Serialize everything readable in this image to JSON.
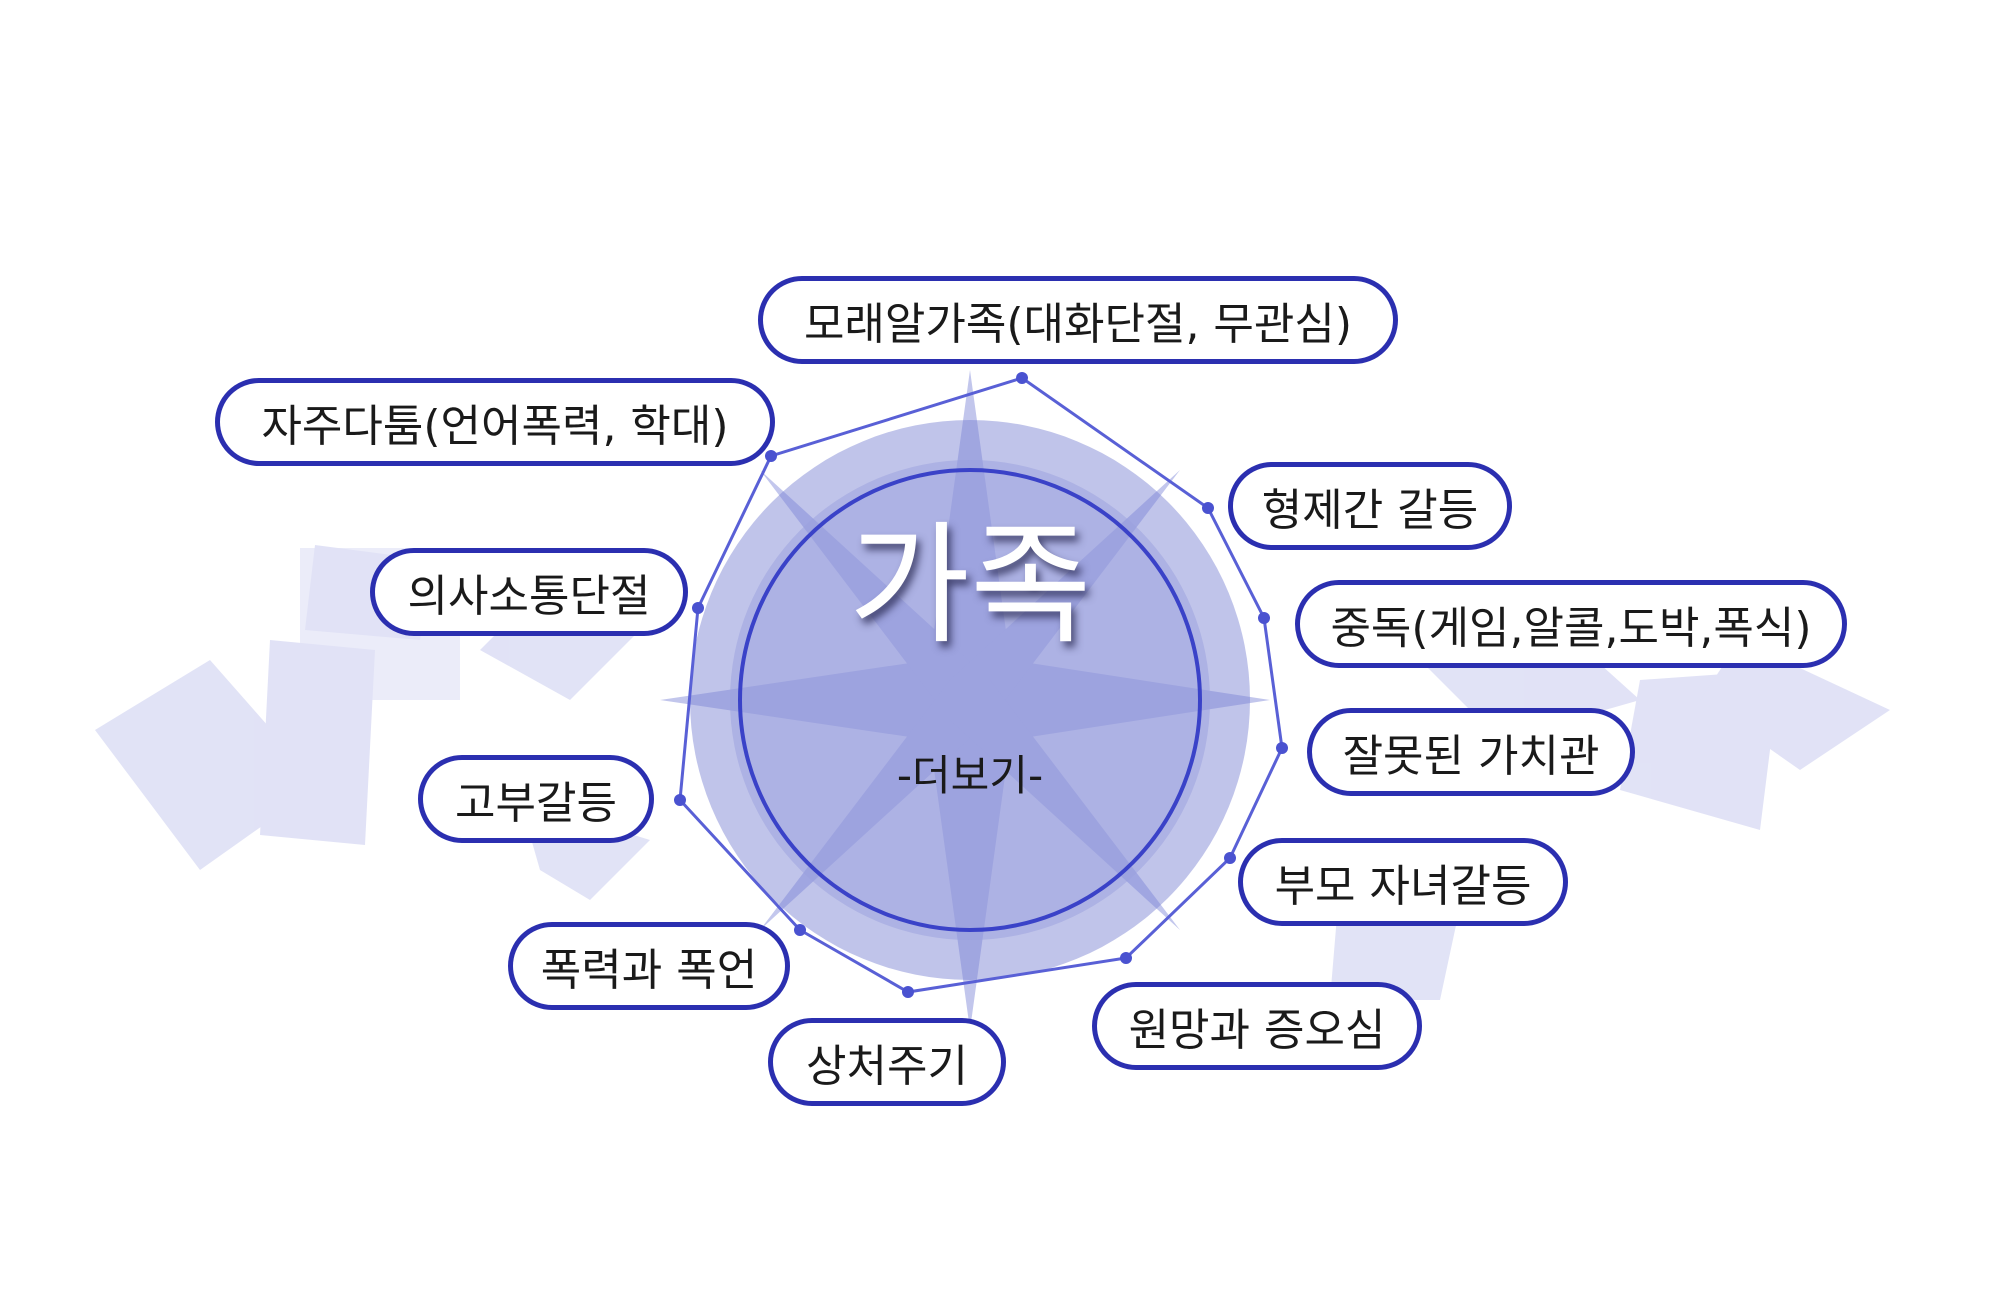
{
  "center": {
    "title": "가족",
    "more_label": "-더보기-"
  },
  "nodes": [
    {
      "id": "sand-family",
      "label": "모래알가족(대화단절, 무관심)"
    },
    {
      "id": "frequent-fights",
      "label": "자주다툼(언어폭력, 학대)"
    },
    {
      "id": "sibling-conflict",
      "label": "형제간 갈등"
    },
    {
      "id": "addiction",
      "label": "중독(게임,알콜,도박,폭식)"
    },
    {
      "id": "communication-breakdown",
      "label": "의사소통단절"
    },
    {
      "id": "wrong-values",
      "label": "잘못된 가치관"
    },
    {
      "id": "in-law-conflict",
      "label": "고부갈등"
    },
    {
      "id": "parent-child-conflict",
      "label": "부모 자녀갈등"
    },
    {
      "id": "violence-abuse",
      "label": "폭력과 폭언"
    },
    {
      "id": "resentment-hatred",
      "label": "원망과 증오심"
    },
    {
      "id": "hurting",
      "label": "상처주기"
    }
  ],
  "colors": {
    "border": "#2b2fb0",
    "circle_fill": "#8c93d8",
    "line": "#4a52d0"
  }
}
